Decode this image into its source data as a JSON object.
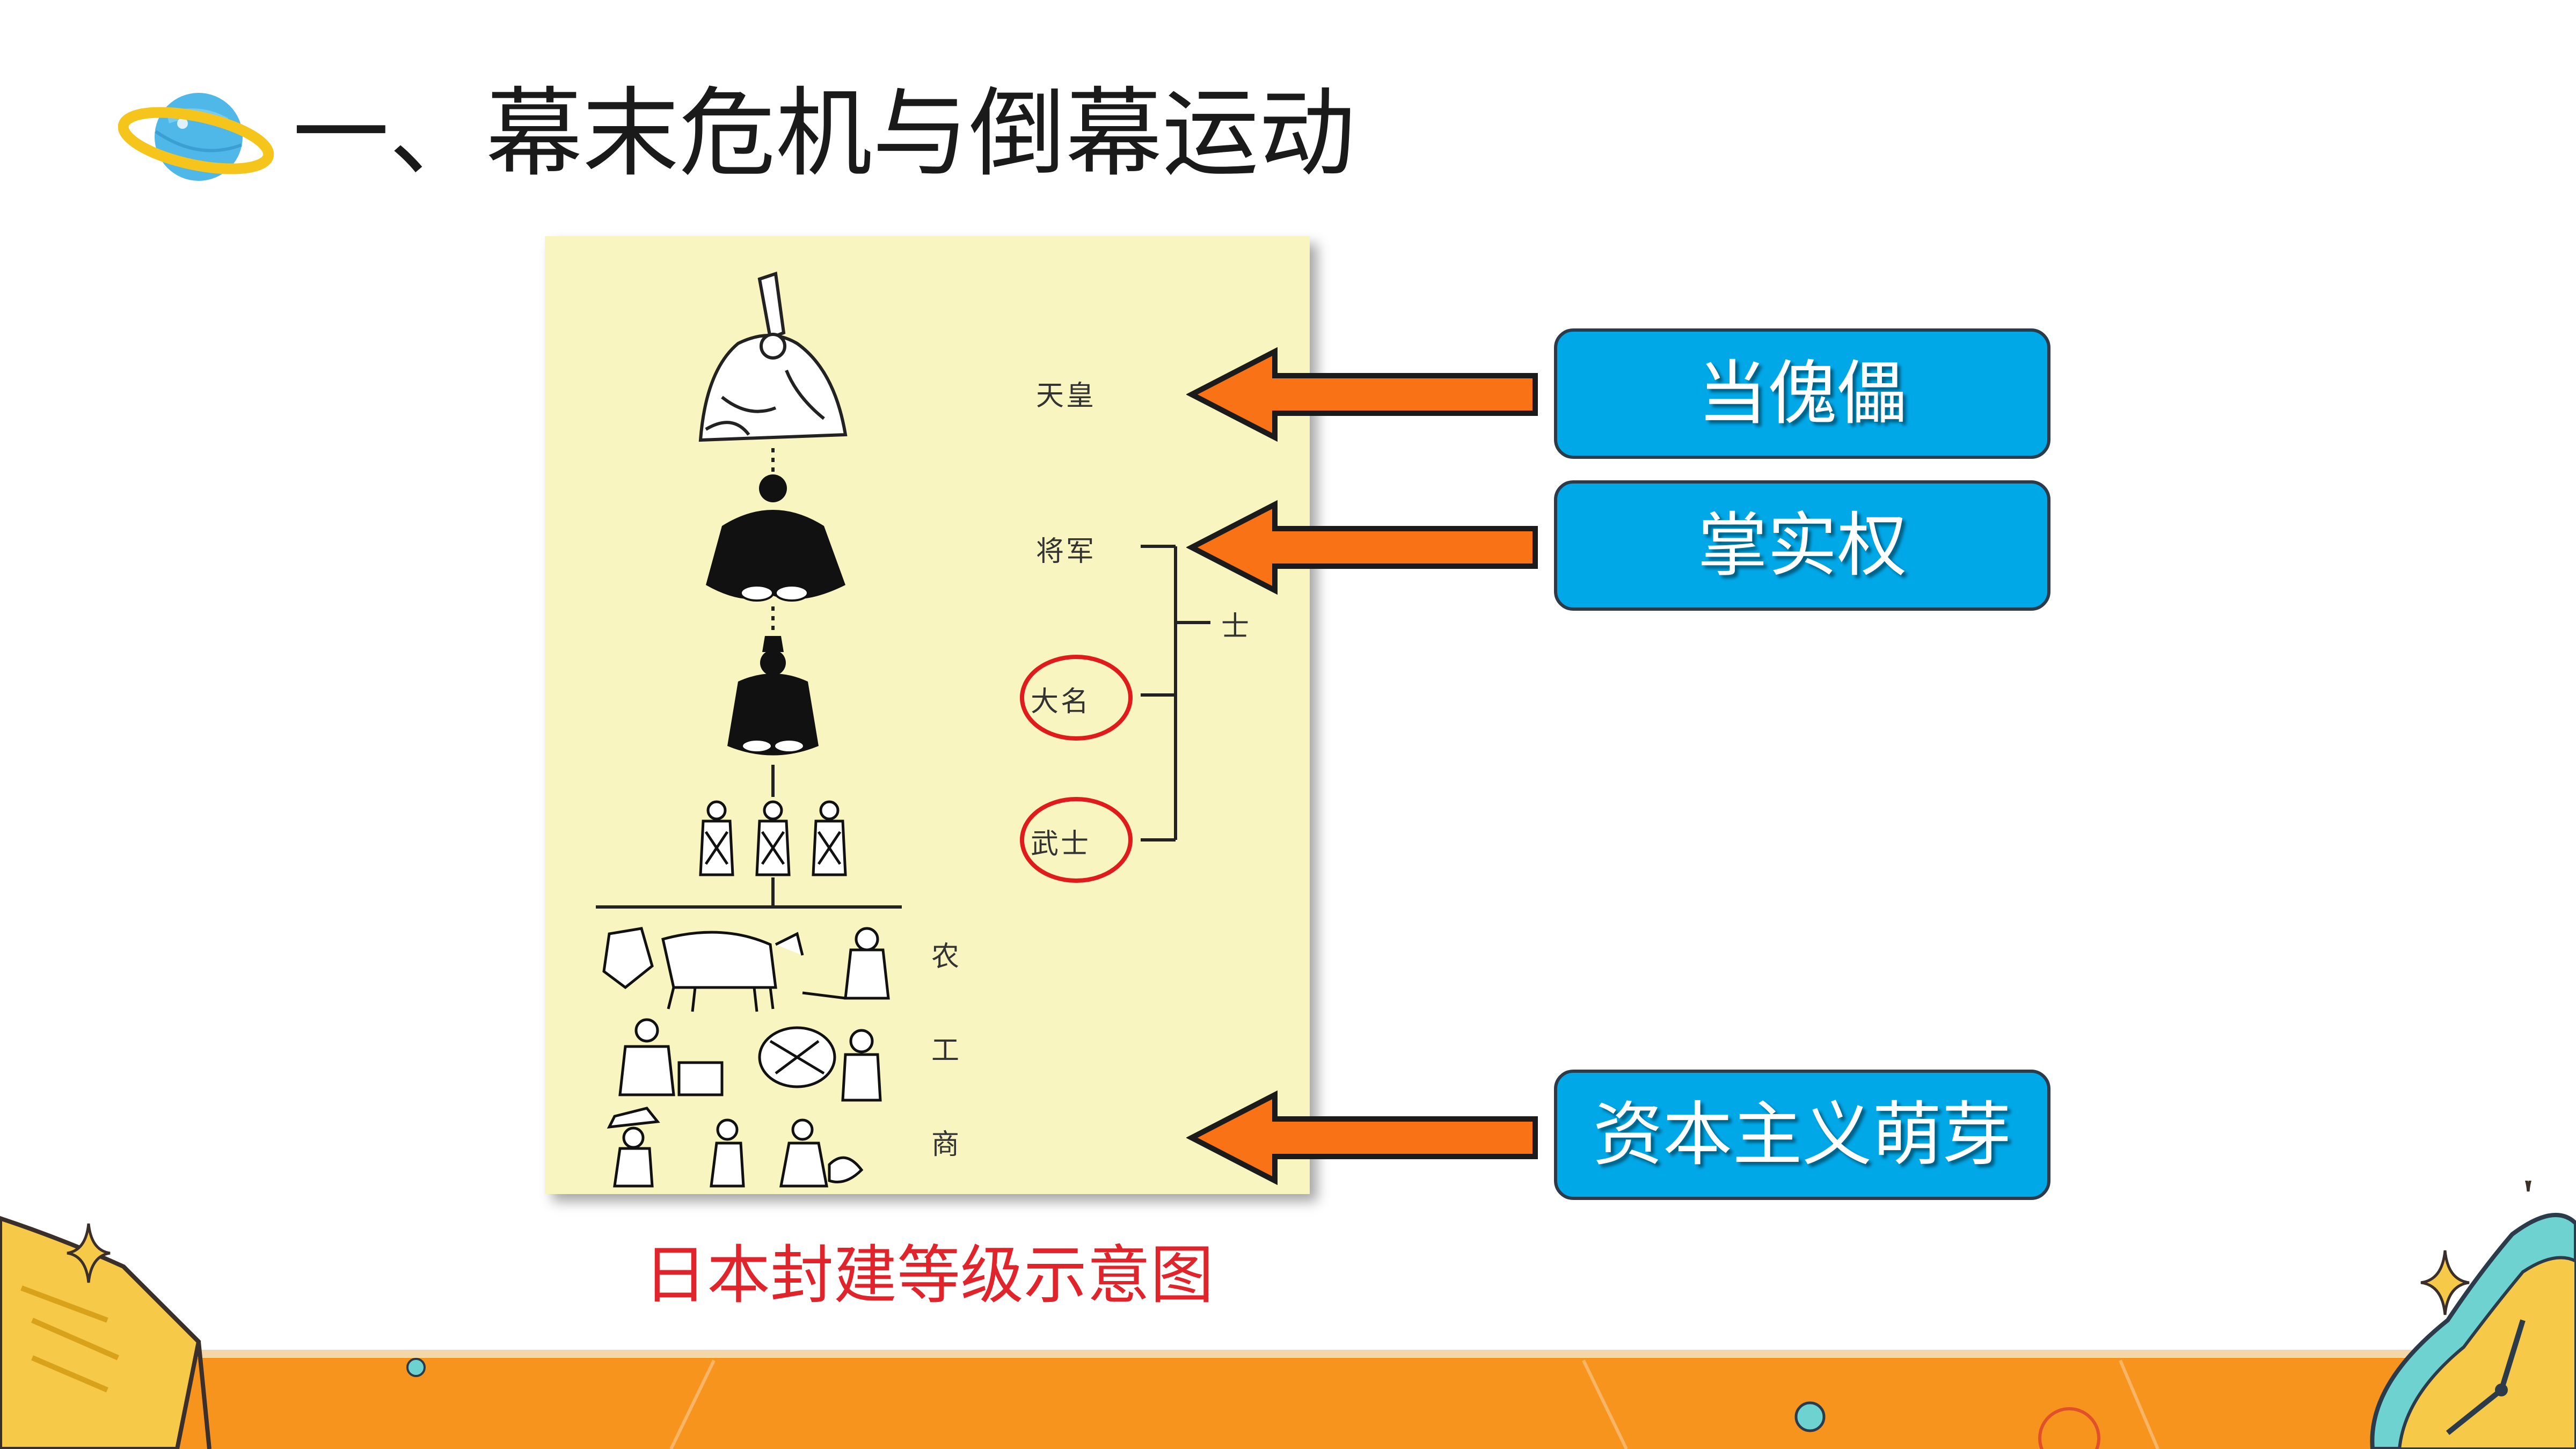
{
  "slide": {
    "title": "一、幕末危机与倒幕运动",
    "caption": "日本封建等级示意图"
  },
  "diagram": {
    "ranks": {
      "emperor": "天皇",
      "shogun": "将军",
      "daimyo": "大名",
      "samurai": "武士",
      "shi": "士",
      "farmer": "农",
      "artisan": "工",
      "merchant": "商"
    }
  },
  "callouts": [
    {
      "label": "当傀儡"
    },
    {
      "label": "掌实权"
    },
    {
      "label": "资本主义萌芽"
    }
  ],
  "colors": {
    "box_fill": "#00a8e8",
    "arrow_fill": "#f97316",
    "circle_mark": "#e01b1b",
    "caption_text": "#e0242b",
    "diagram_bg": "#f9f5c1",
    "bottom_band": "#f7941d"
  },
  "icons": {
    "title_icon": "planet-icon",
    "decor": [
      "sparkle-icon",
      "book-icon",
      "clock-icon"
    ]
  }
}
